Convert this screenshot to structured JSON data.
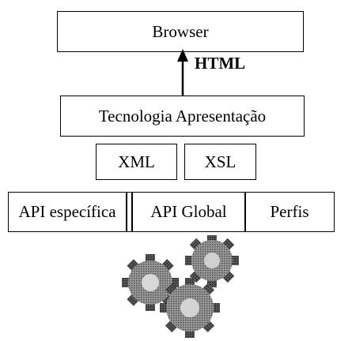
{
  "diagram": {
    "browser": "Browser",
    "arrow_label": "HTML",
    "presentation": "Tecnologia Apresentação",
    "xml": "XML",
    "xsl": "XSL",
    "api_row": {
      "specific": "API específica",
      "global": "API Global",
      "profiles": "Perfis"
    },
    "gears_icon": "gears-icon"
  }
}
